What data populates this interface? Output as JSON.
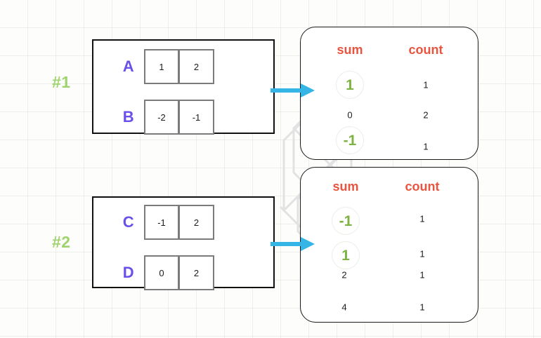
{
  "diagram": {
    "title": "sum-count aggregation diagram",
    "colors": {
      "accent_header": "#e8543f",
      "highlight_value": "#7cb342",
      "row_label": "#6a4fe8",
      "step_label": "#9ed36e",
      "arrow": "#35b5e5",
      "link_line": "#e2e2e2",
      "block_border": "#111111",
      "cell_border": "#7b7b7b",
      "grid": "#c8cdc3"
    },
    "steps": [
      {
        "label": "#1"
      },
      {
        "label": "#2"
      }
    ],
    "input_blocks": [
      {
        "step": "#1",
        "rows": [
          {
            "name": "A",
            "cells": [
              "1",
              "2"
            ]
          },
          {
            "name": "B",
            "cells": [
              "-2",
              "-1"
            ]
          }
        ]
      },
      {
        "step": "#2",
        "rows": [
          {
            "name": "C",
            "cells": [
              "-1",
              "2"
            ]
          },
          {
            "name": "D",
            "cells": [
              "0",
              "2"
            ]
          }
        ]
      }
    ],
    "result_panels": [
      {
        "headers": {
          "sum": "sum",
          "count": "count"
        },
        "rows": [
          {
            "sum": "1",
            "count": "1",
            "highlight": true
          },
          {
            "sum": "0",
            "count": "2",
            "highlight": false
          },
          {
            "sum": "-1",
            "count": "1",
            "highlight": true
          }
        ]
      },
      {
        "headers": {
          "sum": "sum",
          "count": "count"
        },
        "rows": [
          {
            "sum": "-1",
            "count": "1",
            "highlight": true
          },
          {
            "sum": "1",
            "count": "1",
            "highlight": true
          },
          {
            "sum": "2",
            "count": "1",
            "highlight": false
          },
          {
            "sum": "4",
            "count": "1",
            "highlight": false
          }
        ]
      }
    ],
    "arrows": [
      {
        "name": "arrow-block1-to-panel1"
      },
      {
        "name": "arrow-block2-to-panel2"
      }
    ],
    "links": [
      {
        "from": "panel1-sum-1",
        "to": "panel2-sum-1"
      },
      {
        "from": "panel1-sum--1",
        "to": "panel2-sum--1"
      }
    ]
  }
}
